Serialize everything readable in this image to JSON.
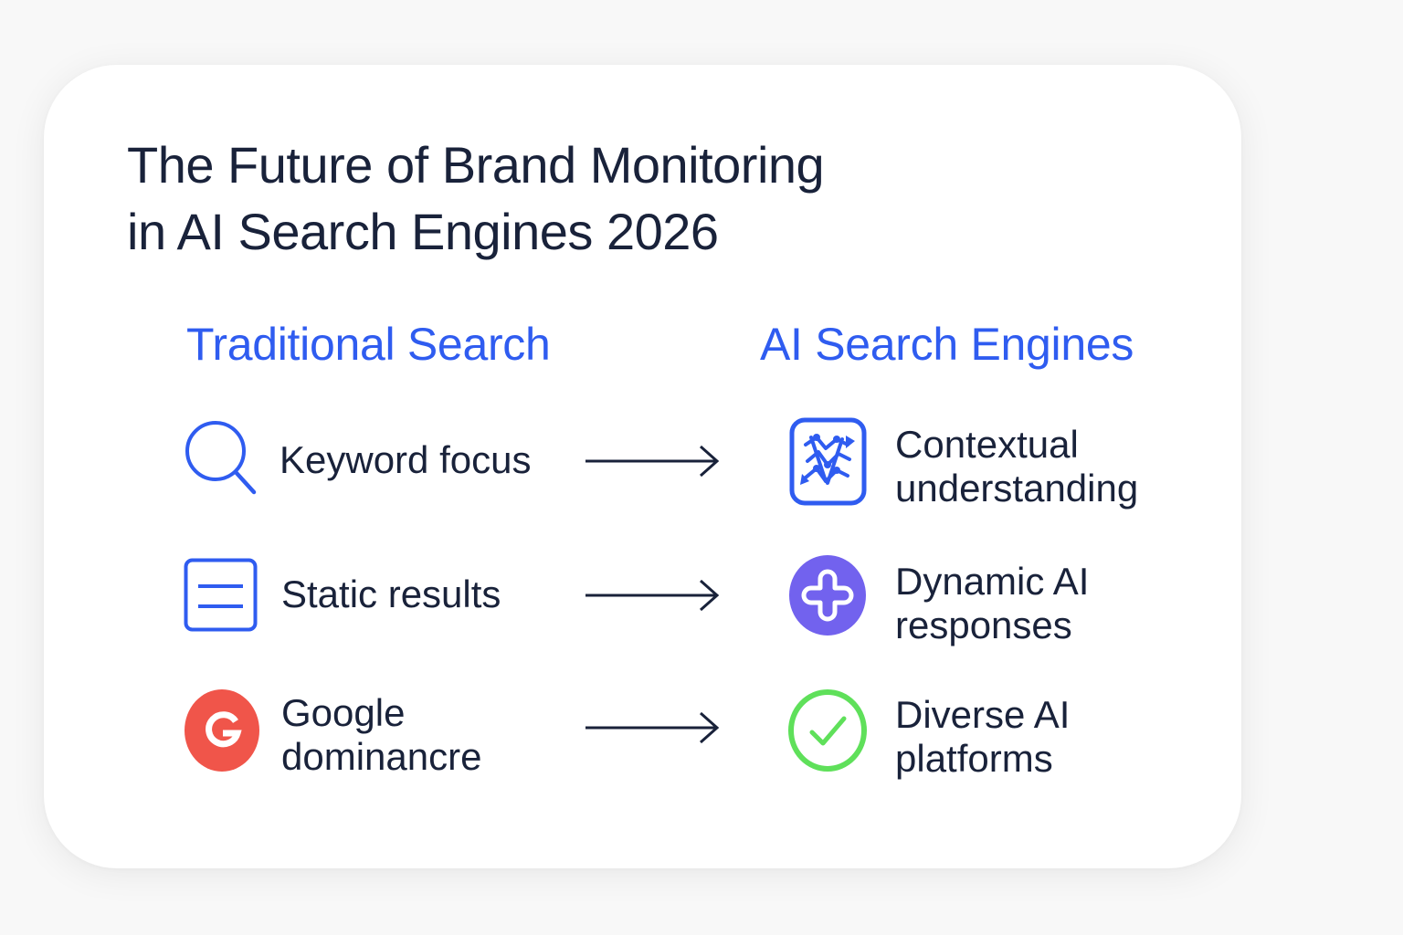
{
  "title": {
    "line1": "The Future of Brand Monitoring",
    "line2": "in AI Search Engines 2026"
  },
  "columns": {
    "left_heading": "Traditional Search",
    "right_heading": "AI Search Engines"
  },
  "rows": [
    {
      "left": {
        "icon": "search-icon",
        "lines": [
          "Keyword focus"
        ]
      },
      "right": {
        "icon": "ai-network-icon",
        "lines": [
          "Contextual",
          "understanding"
        ]
      }
    },
    {
      "left": {
        "icon": "document-lines-icon",
        "lines": [
          "Static results"
        ]
      },
      "right": {
        "icon": "plus-circle-icon",
        "lines": [
          "Dynamic AI",
          "responses"
        ]
      }
    },
    {
      "left": {
        "icon": "google-g-icon",
        "lines": [
          "Google",
          "dominancre"
        ]
      },
      "right": {
        "icon": "check-circle-icon",
        "lines": [
          "Diverse AI",
          "platforms"
        ]
      }
    }
  ],
  "colors": {
    "accent_blue": "#2f5cf0",
    "text_dark": "#19223a",
    "google_red": "#f0554a",
    "purple": "#7262ee",
    "green": "#5fe05a"
  }
}
